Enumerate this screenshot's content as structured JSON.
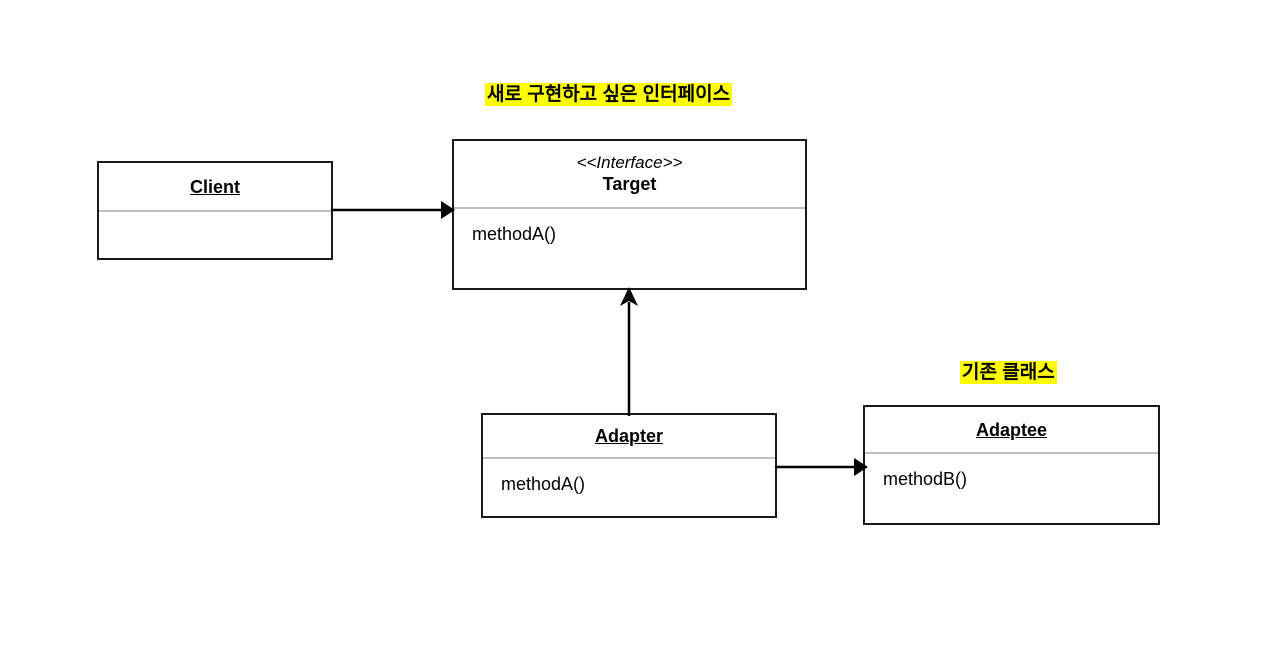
{
  "diagram": {
    "title": "Adapter Pattern UML Class Diagram",
    "background_color": "#ffffff",
    "stroke_color": "#1a1a1a",
    "divider_color": "#bfbfbf",
    "highlight_color": "#ffff00"
  },
  "annotations": {
    "target_note": "새로 구현하고 싶은 인터페이스",
    "adaptee_note": "기존 클래스"
  },
  "classes": {
    "client": {
      "name": "Client",
      "stereotype": "",
      "members": []
    },
    "target": {
      "name": "Target",
      "stereotype": "<<Interface>>",
      "members": [
        "methodA()"
      ]
    },
    "adapter": {
      "name": "Adapter",
      "stereotype": "",
      "members": [
        "methodA()"
      ]
    },
    "adaptee": {
      "name": "Adaptee",
      "stereotype": "",
      "members": [
        "methodB()"
      ]
    }
  },
  "connectors": {
    "client_to_target": {
      "type": "association",
      "label": ""
    },
    "adapter_to_target": {
      "type": "realization",
      "label": ""
    },
    "adapter_to_adaptee": {
      "type": "association",
      "label": ""
    }
  }
}
